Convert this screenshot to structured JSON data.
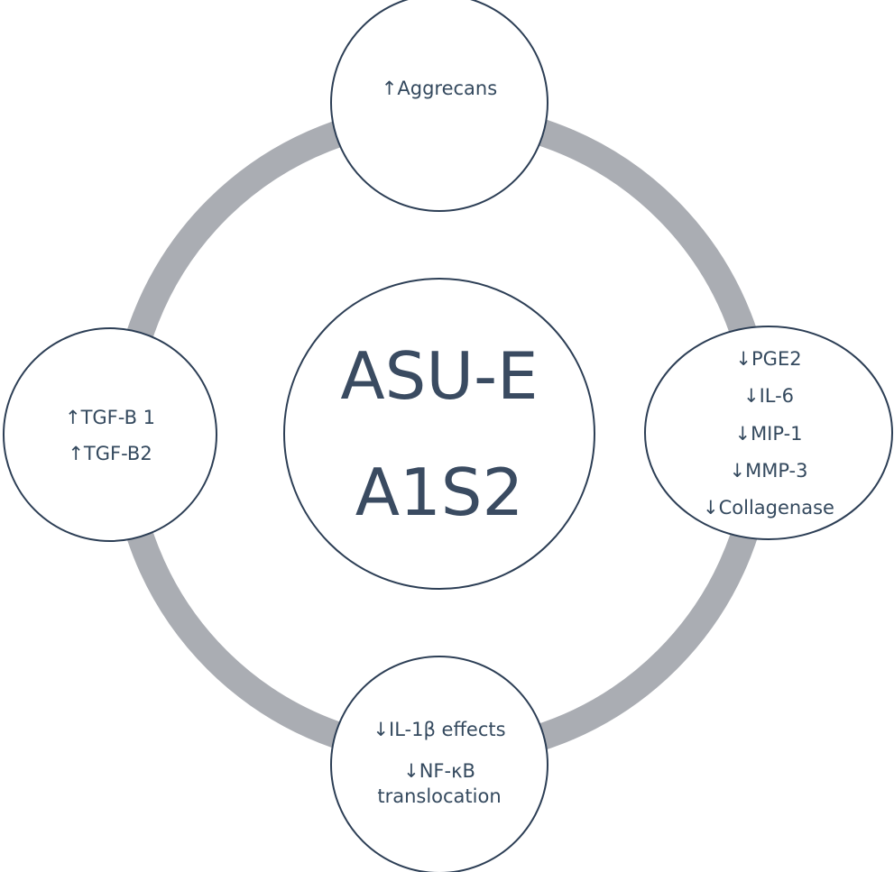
{
  "colors": {
    "ring": "#aaadb3",
    "circle_fill": "#ffffff",
    "circle_stroke": "#2c3e55",
    "text": "#34495e"
  },
  "center": {
    "line1": "ASU-E",
    "line2": "A1S2"
  },
  "nodes": {
    "top": {
      "lines": [
        "↑Aggrecans"
      ]
    },
    "left": {
      "lines": [
        "↑TGF-B 1",
        "↑TGF-B2"
      ]
    },
    "right": {
      "lines": [
        "↓PGE2",
        "↓IL-6",
        "↓MIP-1",
        "↓MMP-3",
        "↓Collagenase"
      ]
    },
    "bottom": {
      "lines": [
        "↓IL-1β effects",
        "↓NF-κB",
        "translocation"
      ]
    }
  }
}
